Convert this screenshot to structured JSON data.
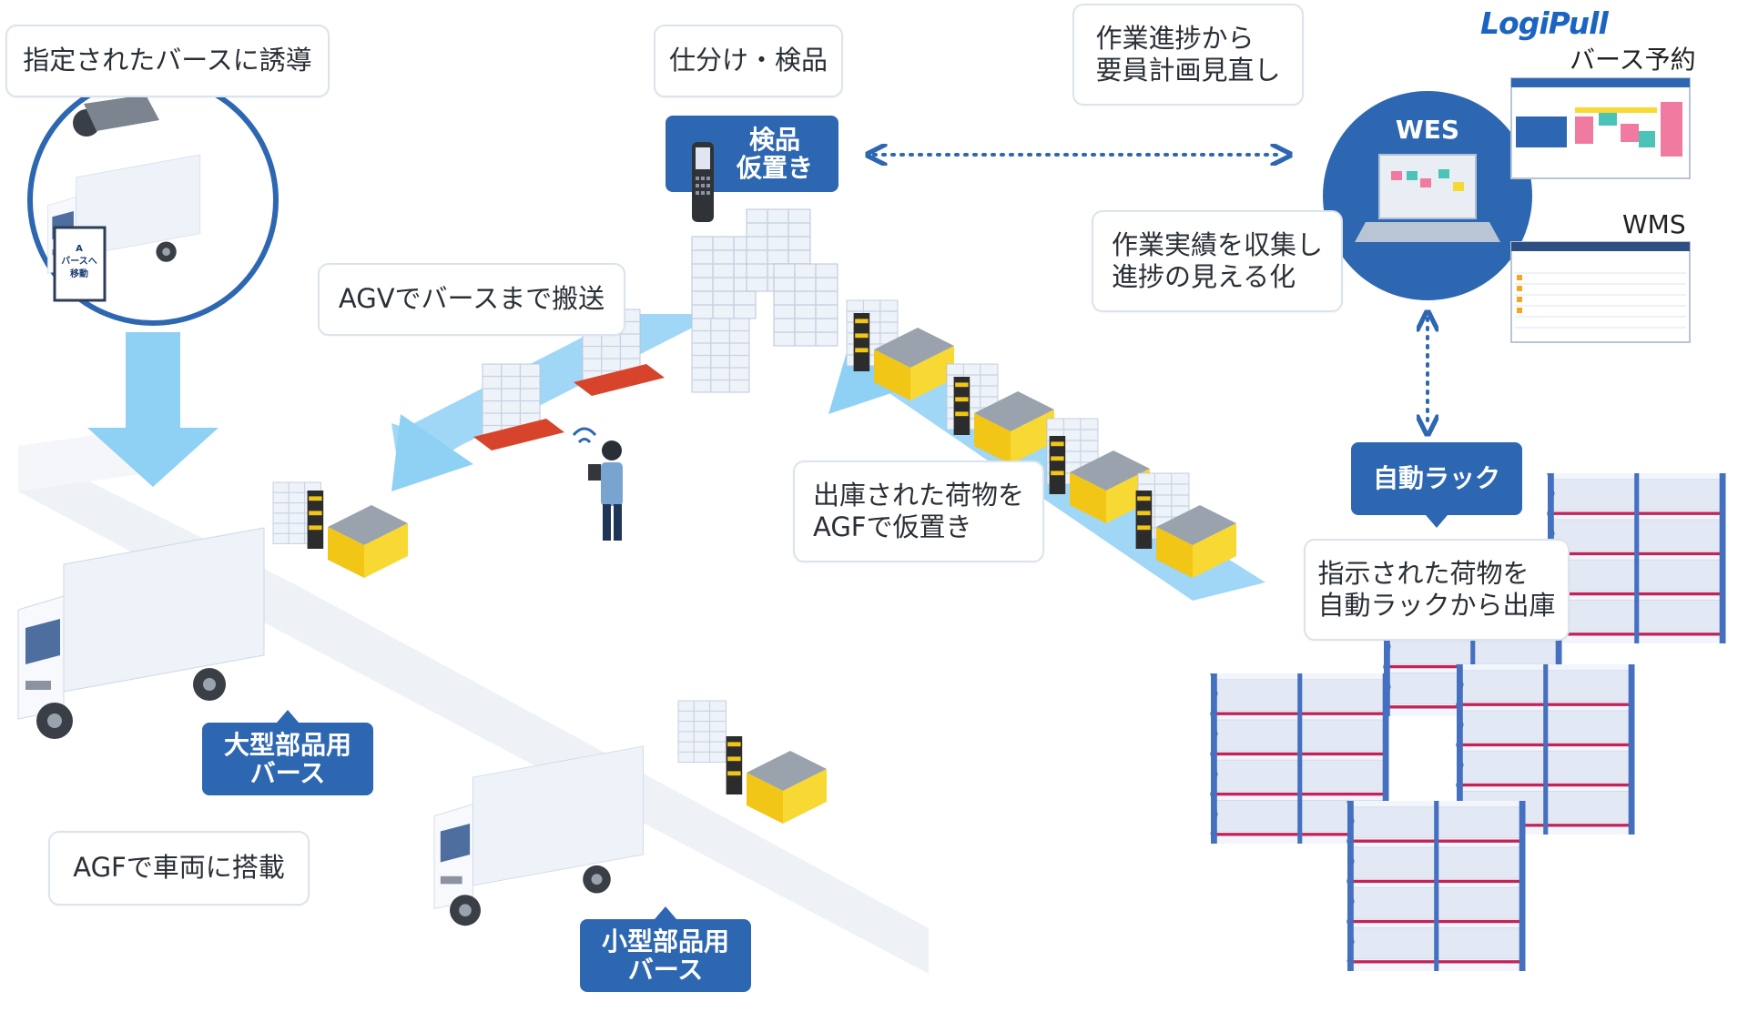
{
  "brand": {
    "name": "LogiPull"
  },
  "screens": {
    "berth_reservation": "バース予約",
    "wms": "WMS",
    "wes": "WES"
  },
  "callouts": {
    "guide_to_berth": "指定されたバースに誘導",
    "sorting_inspection": "仕分け・検品",
    "staff_replan": [
      "作業進捗から",
      "要員計画見直し"
    ],
    "collect_results": [
      "作業実績を収集し",
      "進捗の見える化"
    ],
    "agv_transport": "AGVでバースまで搬送",
    "agf_temp_place": [
      "出庫された荷物を",
      "AGFで仮置き"
    ],
    "rack_dispatch": [
      "指示された荷物を",
      "自動ラックから出庫"
    ],
    "agf_loading": "AGFで車両に搭載"
  },
  "tags": {
    "inspection_temp": "検品\n仮置き",
    "auto_rack": "自動ラック",
    "large_berth": "大型部品用\nバース",
    "small_berth": "小型部品用\nバース"
  },
  "sign": {
    "line1": "A",
    "line2": "バースへ",
    "line3": "移動"
  },
  "colors": {
    "accent": "#2e67b1",
    "conveyor": "#8fd0f5",
    "agf": "#f5cf1f",
    "agv": "#d8442b",
    "rack": "#4570c0",
    "rack_shelf": "#c2245a"
  }
}
